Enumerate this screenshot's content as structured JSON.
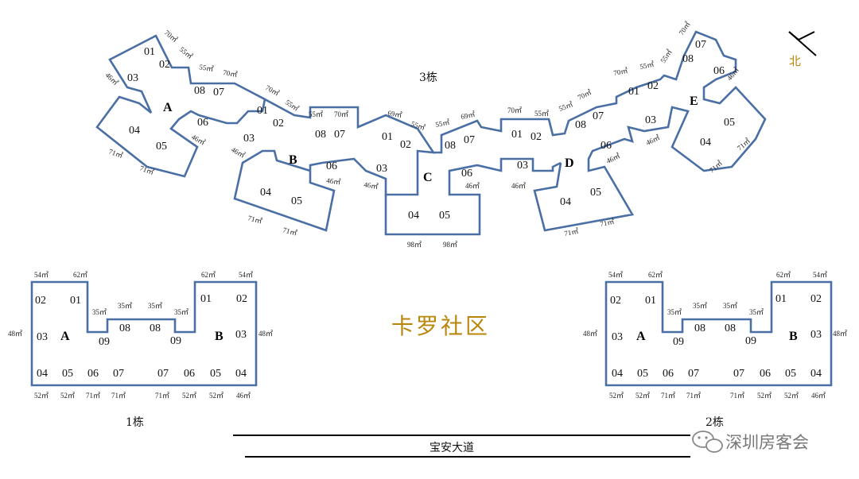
{
  "title": "卡罗社区",
  "north_label": "北",
  "road_label": "宝安大道",
  "watermark": "深圳房客会",
  "watermark_icon": "wechat-icon",
  "building_3": {
    "label": "3栋",
    "sections": {
      "A": "A",
      "B": "B",
      "C": "C",
      "D": "D",
      "E": "E"
    },
    "units": [
      "01",
      "02",
      "03",
      "04",
      "05",
      "06",
      "07",
      "08"
    ],
    "areas": {
      "a70": "70㎡",
      "a55": "55㎡",
      "a46": "46㎡",
      "a71": "71㎡",
      "a69": "69㎡",
      "a98": "98㎡"
    }
  },
  "building_1": {
    "label": "1栋",
    "sections": {
      "A": "A",
      "B": "B"
    },
    "units": [
      "01",
      "02",
      "03",
      "04",
      "05",
      "06",
      "07",
      "08",
      "09"
    ],
    "areas": {
      "a54": "54㎡",
      "a62": "62㎡",
      "a35": "35㎡",
      "a48": "48㎡",
      "a52": "52㎡",
      "a71": "71㎡",
      "a46": "46㎡"
    }
  },
  "building_2": {
    "label": "2栋",
    "sections": {
      "A": "A",
      "B": "B"
    },
    "units": [
      "01",
      "02",
      "03",
      "04",
      "05",
      "06",
      "07",
      "08",
      "09"
    ],
    "areas": {
      "a54": "54㎡",
      "a62": "62㎡",
      "a35": "35㎡",
      "a48": "48㎡",
      "a52": "52㎡",
      "a71": "71㎡",
      "a46": "46㎡"
    }
  }
}
